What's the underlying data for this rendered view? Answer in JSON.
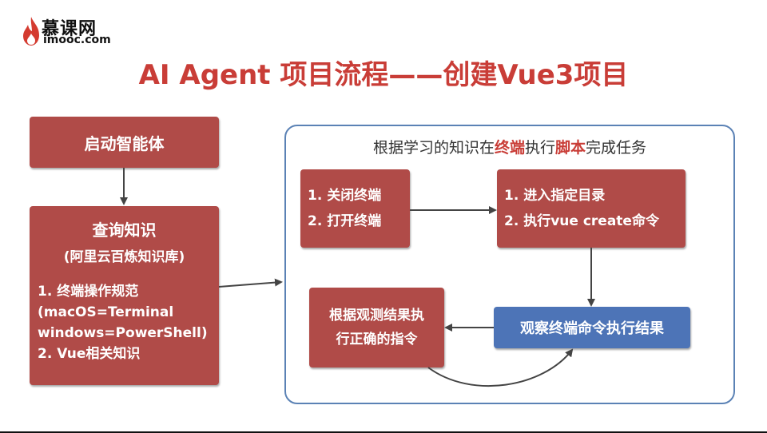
{
  "logo": {
    "cn": "慕课网",
    "en": "imooc.com"
  },
  "title": "AI Agent 项目流程——创建Vue3项目",
  "left": {
    "start": "启动智能体",
    "query": {
      "title": "查询知识",
      "subtitle": "(阿里云百炼知识库)",
      "lines": [
        "1. 终端操作规范",
        "(macOS=Terminal",
        "windows=PowerShell)",
        "2. Vue相关知识"
      ]
    }
  },
  "panel": {
    "title_parts": [
      "根据学习的知识在",
      "终端",
      "执行",
      "脚本",
      "完成任务"
    ],
    "box1": [
      "1. 关闭终端",
      "2. 打开终端"
    ],
    "box2": [
      "1. 进入指定目录",
      "2. 执行vue create命令"
    ],
    "box3": "观察终端命令执行结果",
    "box4": [
      "根据观测结果执",
      "行正确的指令"
    ]
  },
  "colors": {
    "title": "#c93d37",
    "box_red": "#b04b48",
    "box_blue": "#4d74b7",
    "panel_border": "#5b82b5",
    "arrow": "#444444"
  }
}
